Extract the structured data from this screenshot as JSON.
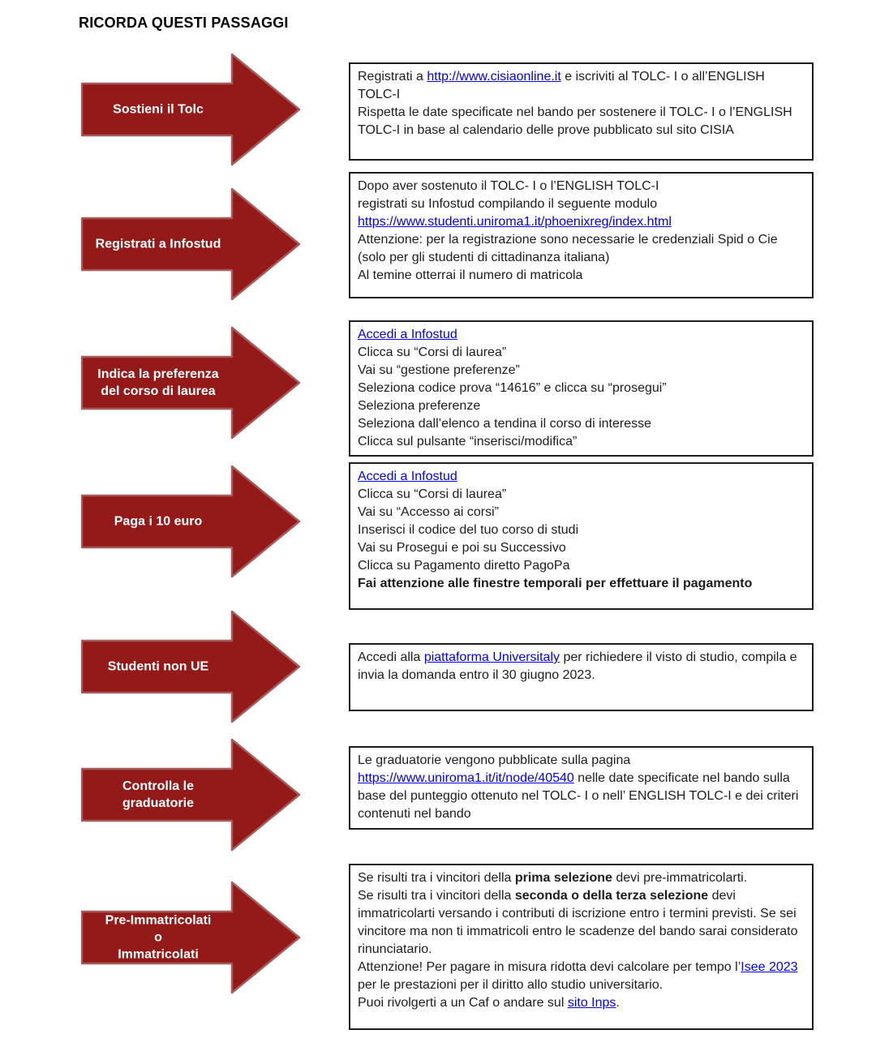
{
  "page": {
    "title": "RICORDA QUESTI PASSAGGI"
  },
  "colors": {
    "arrow_fill": "#941a1a",
    "arrow_stroke": "#a65b5b",
    "link": "#0000ee",
    "box_border": "#1c1c1c",
    "text": "#1c1c1c",
    "arrow_label": "#ffffff"
  },
  "steps": [
    {
      "arrow_label_lines": [
        "Sostieni il Tolc"
      ],
      "box_paragraphs": [
        [
          {
            "t": "text",
            "v": "Registrati a "
          },
          {
            "t": "link",
            "v": "http://www.cisiaonline.it",
            "name": "cisiaonline-link"
          },
          {
            "t": "text",
            "v": " e iscriviti al TOLC- I o all’ENGLISH TOLC-I"
          }
        ],
        [
          {
            "t": "text",
            "v": "Rispetta le date specificate nel bando per sostenere il TOLC- I o l’ENGLISH TOLC-I in base al calendario delle prove pubblicato sul sito CISIA"
          }
        ]
      ]
    },
    {
      "arrow_label_lines": [
        "Registrati a Infostud"
      ],
      "box_paragraphs": [
        [
          {
            "t": "text",
            "v": "Dopo aver sostenuto il TOLC- I o l’ENGLISH TOLC-I"
          }
        ],
        [
          {
            "t": "text",
            "v": "registrati su Infostud compilando il seguente modulo"
          }
        ],
        [
          {
            "t": "link",
            "v": "https://www.studenti.uniroma1.it/phoenixreg/index.html",
            "name": "phoenixreg-link"
          }
        ],
        [
          {
            "t": "text",
            "v": "Attenzione: per la registrazione sono necessarie le credenziali Spid o Cie (solo per gli studenti di cittadinanza italiana)"
          }
        ],
        [
          {
            "t": "text",
            "v": "Al temine otterrai il numero di matricola"
          }
        ]
      ]
    },
    {
      "arrow_label_lines": [
        "Indica la preferenza",
        "del corso di laurea"
      ],
      "box_paragraphs": [
        [
          {
            "t": "link",
            "v": "Accedi a Infostud",
            "name": "accedi-a-infostud-link"
          }
        ],
        [
          {
            "t": "text",
            "v": "Clicca su “Corsi di laurea”"
          }
        ],
        [
          {
            "t": "text",
            "v": "Vai su “gestione preferenze”"
          }
        ],
        [
          {
            "t": "text",
            "v": "Seleziona codice prova “14616” e clicca su “prosegui”"
          }
        ],
        [
          {
            "t": "text",
            "v": "Seleziona preferenze"
          }
        ],
        [
          {
            "t": "text",
            "v": "Seleziona dall’elenco a tendina il corso di interesse"
          }
        ],
        [
          {
            "t": "text",
            "v": "Clicca sul pulsante “inserisci/modifica”"
          }
        ]
      ]
    },
    {
      "arrow_label_lines": [
        "Paga i 10 euro"
      ],
      "box_paragraphs": [
        [
          {
            "t": "link",
            "v": "Accedi a Infostud",
            "name": "accedi-a-infostud-link"
          }
        ],
        [
          {
            "t": "text",
            "v": "Clicca su “Corsi di laurea”"
          }
        ],
        [
          {
            "t": "text",
            "v": "Vai su “Accesso ai corsi”"
          }
        ],
        [
          {
            "t": "text",
            "v": "Inserisci il codice del tuo corso di studi"
          }
        ],
        [
          {
            "t": "text",
            "v": "Vai su Prosegui e poi su Successivo"
          }
        ],
        [
          {
            "t": "text",
            "v": "Clicca su Pagamento diretto PagoPa"
          }
        ],
        [
          {
            "t": "bold",
            "v": "Fai attenzione alle finestre temporali per effettuare il pagamento"
          }
        ]
      ]
    },
    {
      "arrow_label_lines": [
        "Studenti non UE"
      ],
      "box_paragraphs": [
        [
          {
            "t": "text",
            "v": "Accedi alla "
          },
          {
            "t": "link",
            "v": "piattaforma Universitaly",
            "name": "universitaly-link"
          },
          {
            "t": "text",
            "v": " per richiedere il visto di studio, compila e invia la domanda entro il 30 giugno 2023."
          }
        ]
      ]
    },
    {
      "arrow_label_lines": [
        "Controlla le",
        "graduatorie"
      ],
      "box_paragraphs": [
        [
          {
            "t": "text",
            "v": "Le graduatorie vengono pubblicate sulla pagina "
          },
          {
            "t": "link",
            "v": "https://www.uniroma1.it/it/node/40540",
            "name": "graduatorie-link"
          },
          {
            "t": "text",
            "v": " nelle date specificate nel bando sulla base del punteggio ottenuto nel TOLC- I o nell’ ENGLISH TOLC-I e dei criteri contenuti nel bando"
          }
        ]
      ]
    },
    {
      "arrow_label_lines": [
        "Pre-Immatricolati",
        "o",
        "Immatricolati"
      ],
      "box_paragraphs": [
        [
          {
            "t": "text",
            "v": "Se risulti tra i vincitori della "
          },
          {
            "t": "bold",
            "v": "prima selezione"
          },
          {
            "t": "text",
            "v": " devi pre-immatricolarti."
          }
        ],
        [
          {
            "t": "text",
            "v": "Se risulti tra i vincitori della "
          },
          {
            "t": "bold",
            "v": "seconda o della terza selezione"
          },
          {
            "t": "text",
            "v": " devi immatricolarti versando i contributi di iscrizione entro i termini previsti. Se sei vincitore ma non ti immatricoli entro le scadenze del bando sarai considerato rinunciatario."
          }
        ],
        [
          {
            "t": "text",
            "v": "Attenzione! Per pagare in misura ridotta devi calcolare per tempo l’"
          },
          {
            "t": "link",
            "v": "Isee 2023",
            "name": "isee-2023-link"
          },
          {
            "t": "text",
            "v": " per le prestazioni per il diritto allo studio universitario."
          }
        ],
        [
          {
            "t": "text",
            "v": "Puoi rivolgerti a un Caf o andare sul "
          },
          {
            "t": "link",
            "v": "sito Inps",
            "name": "sito-inps-link"
          },
          {
            "t": "text",
            "v": "."
          }
        ]
      ]
    }
  ]
}
